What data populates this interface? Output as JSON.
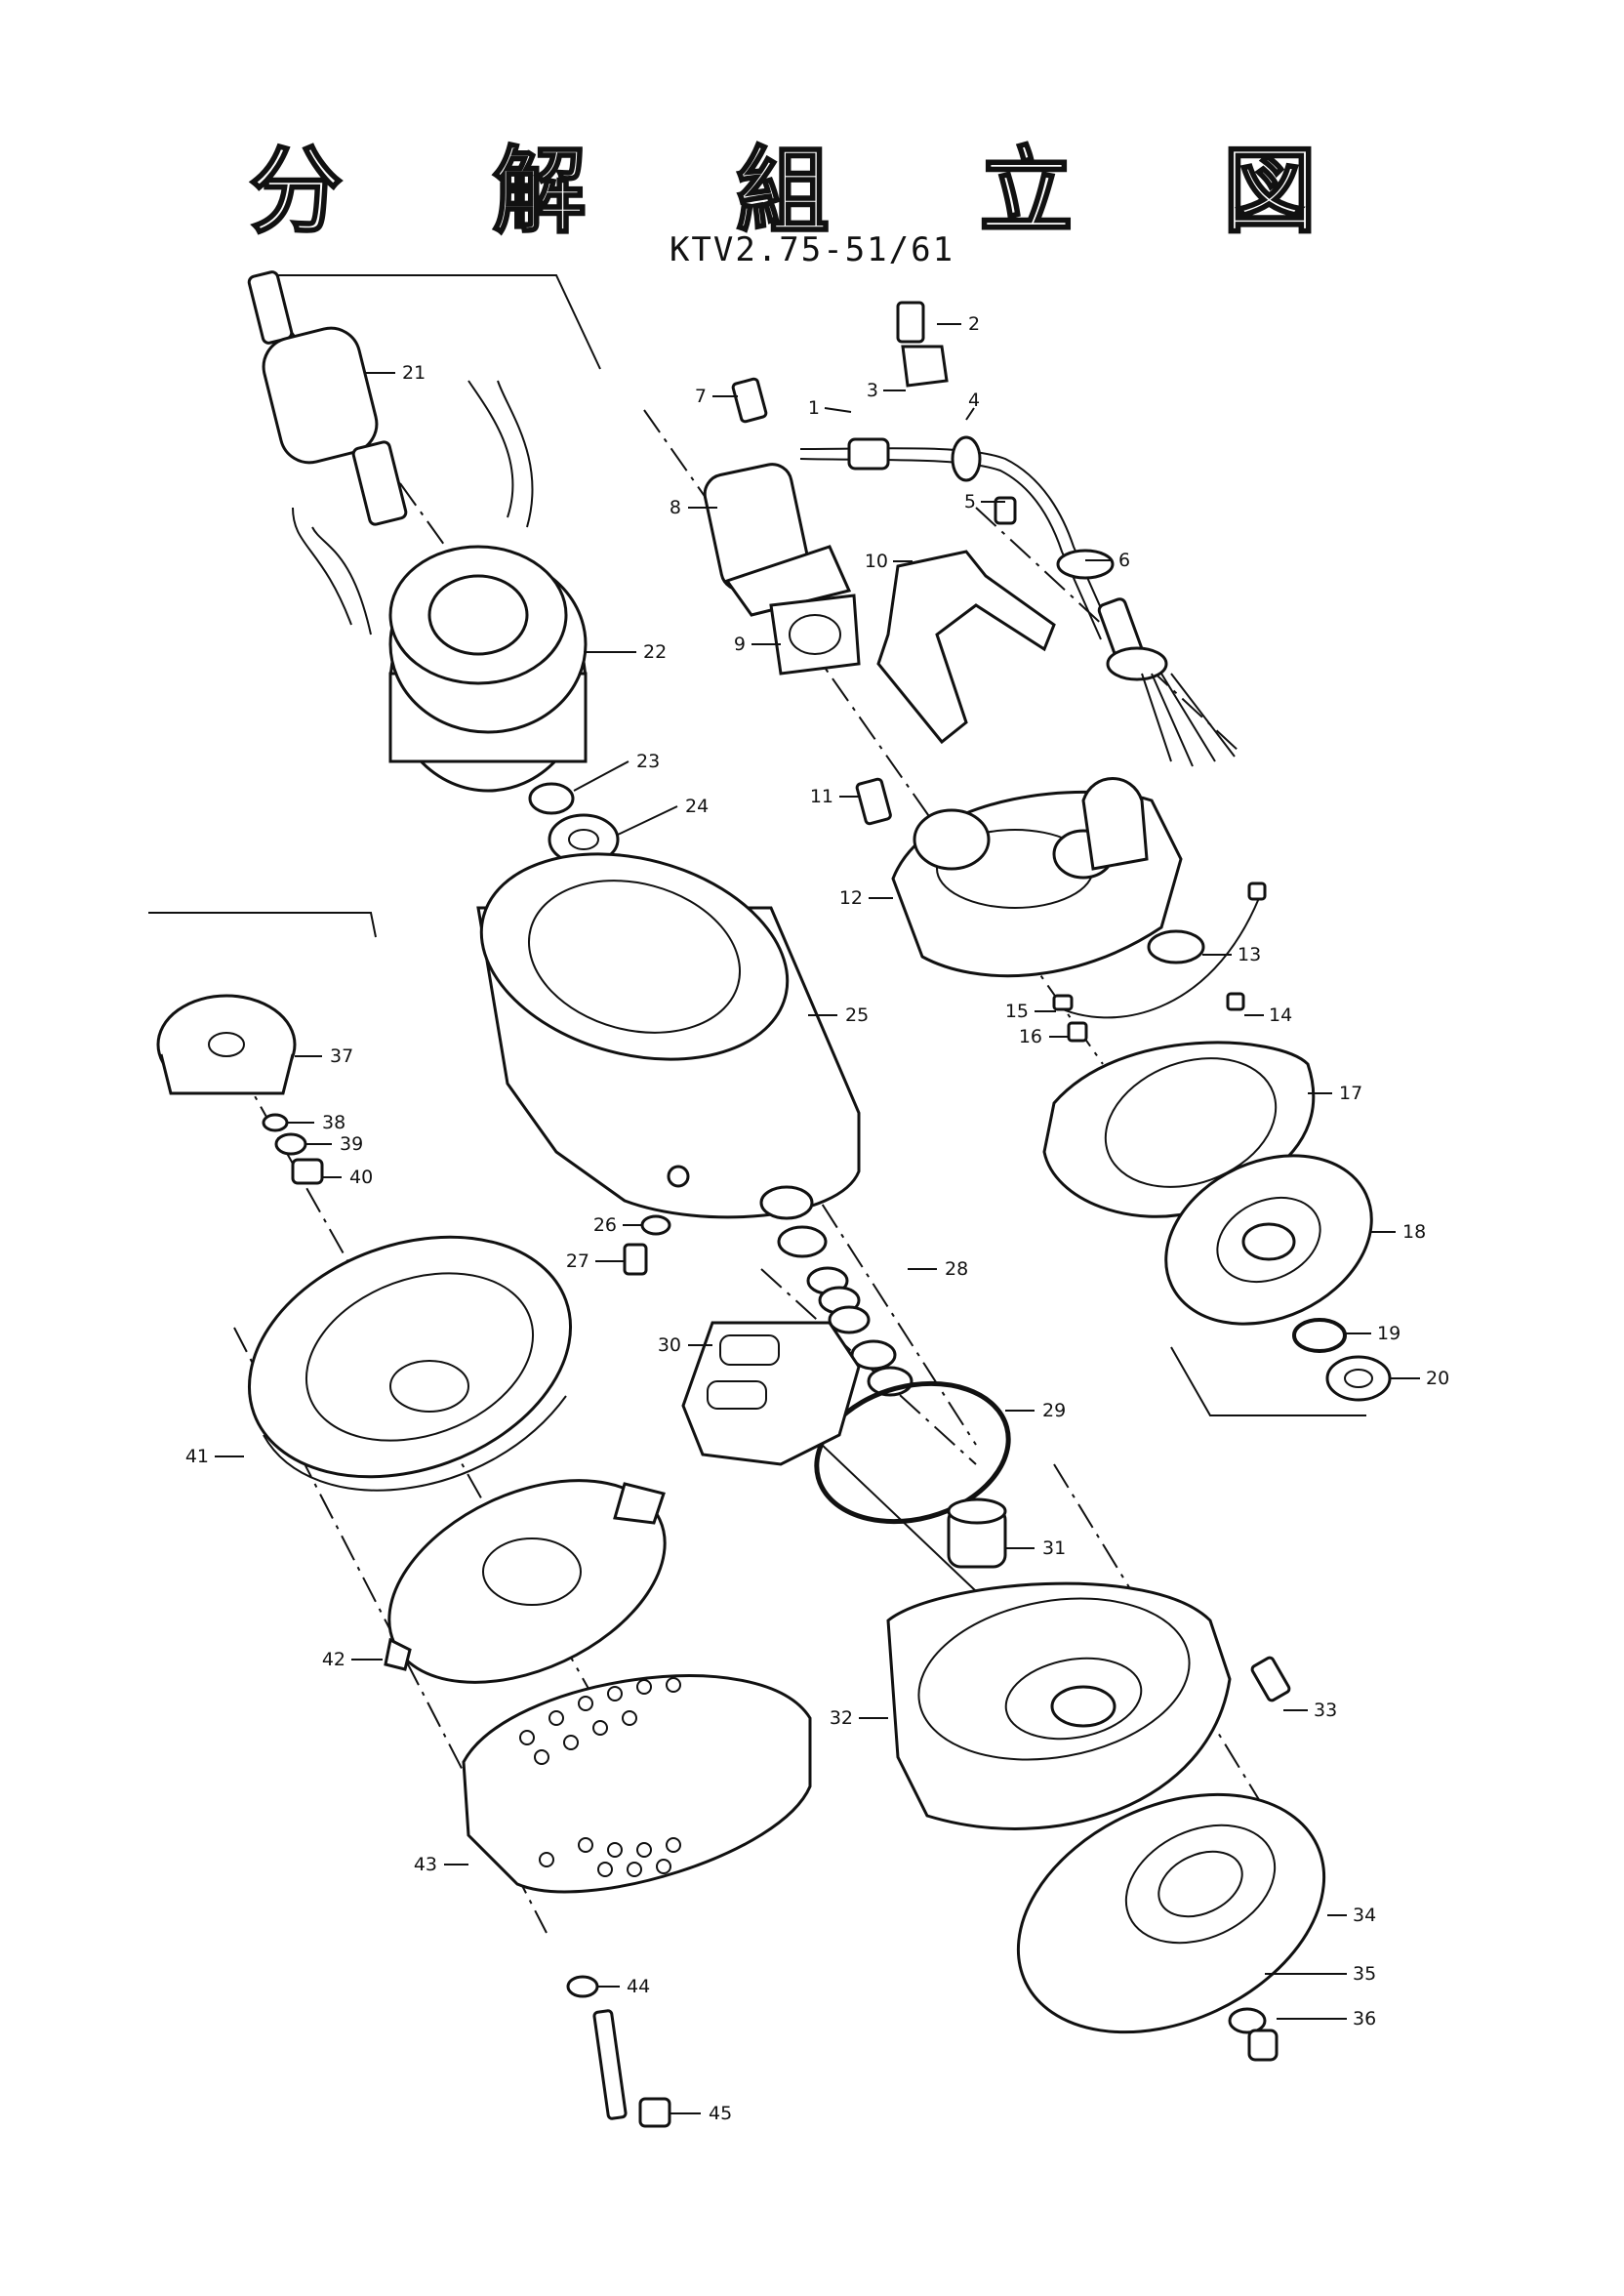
{
  "title": "分 解 組 立 図",
  "model": "KTV2.75-51/61",
  "callouts": [
    "1",
    "2",
    "3",
    "4",
    "5",
    "6",
    "7",
    "8",
    "9",
    "10",
    "11",
    "12",
    "13",
    "14",
    "15",
    "16",
    "17",
    "18",
    "19",
    "20",
    "21",
    "22",
    "23",
    "24",
    "25",
    "26",
    "27",
    "28",
    "29",
    "30",
    "31",
    "32",
    "33",
    "34",
    "35",
    "36",
    "37",
    "38",
    "39",
    "40",
    "41",
    "42",
    "43",
    "44",
    "45"
  ]
}
